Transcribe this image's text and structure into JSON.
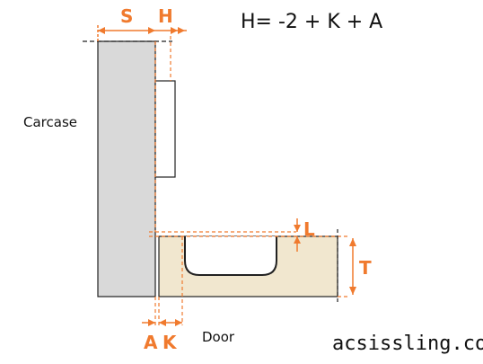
{
  "formula": "H= -2 + K + A",
  "labels": {
    "carcase": "Carcase",
    "door": "Door"
  },
  "dimensions": {
    "s": "S",
    "h": "H",
    "l": "L",
    "t": "T",
    "a": "A",
    "k": "K"
  },
  "brand": "acsissling.com",
  "colors": {
    "accent": "#f07a2e",
    "carcase_fill": "#d9d9d9",
    "door_fill": "#f1e7cf",
    "outline": "#222222"
  }
}
